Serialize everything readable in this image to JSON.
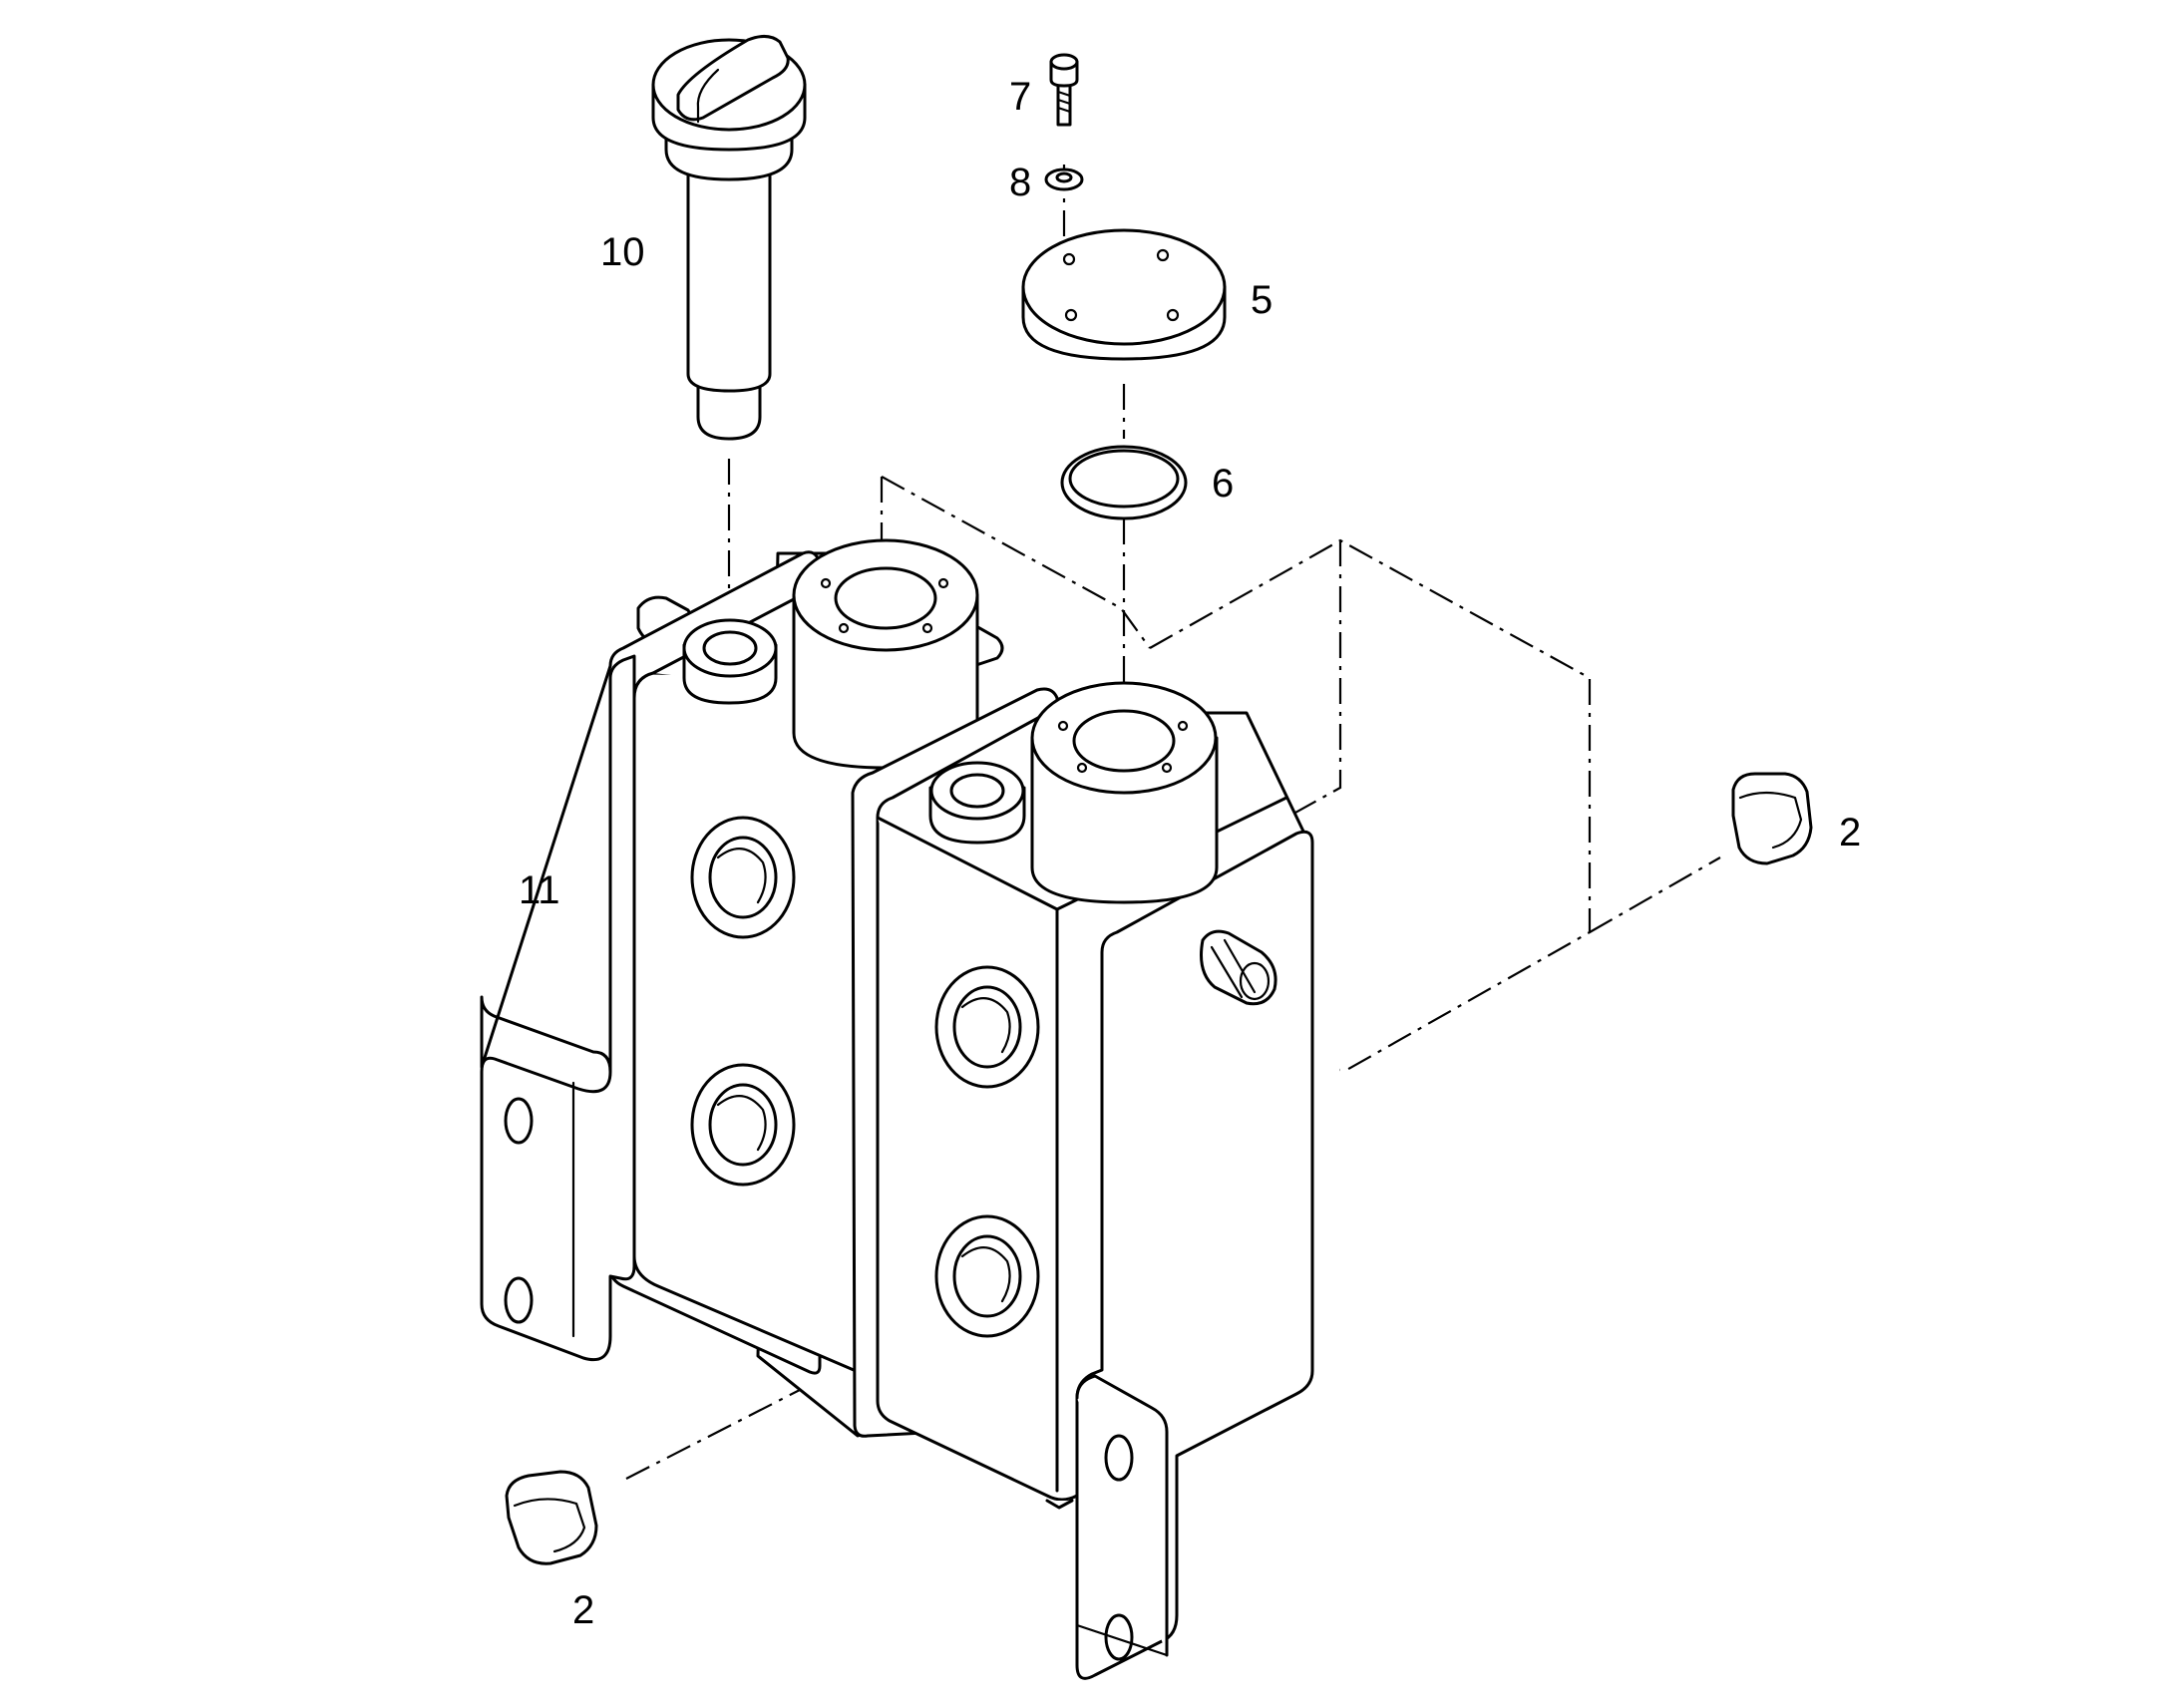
{
  "diagram": {
    "type": "exploded-parts-view",
    "colors": {
      "line": "#000000",
      "background": "#ffffff"
    },
    "callouts": [
      {
        "id": "c10",
        "label": "10",
        "part": "filler-breather-cap"
      },
      {
        "id": "c7",
        "label": "7",
        "part": "cap-screw"
      },
      {
        "id": "c8",
        "label": "8",
        "part": "washer"
      },
      {
        "id": "c5",
        "label": "5",
        "part": "cover-plate"
      },
      {
        "id": "c6",
        "label": "6",
        "part": "o-ring"
      },
      {
        "id": "c11",
        "label": "11",
        "part": "valve-block-assembly"
      },
      {
        "id": "c2a",
        "label": "2",
        "part": "plug-right"
      },
      {
        "id": "c2b",
        "label": "2",
        "part": "plug-left"
      }
    ]
  }
}
